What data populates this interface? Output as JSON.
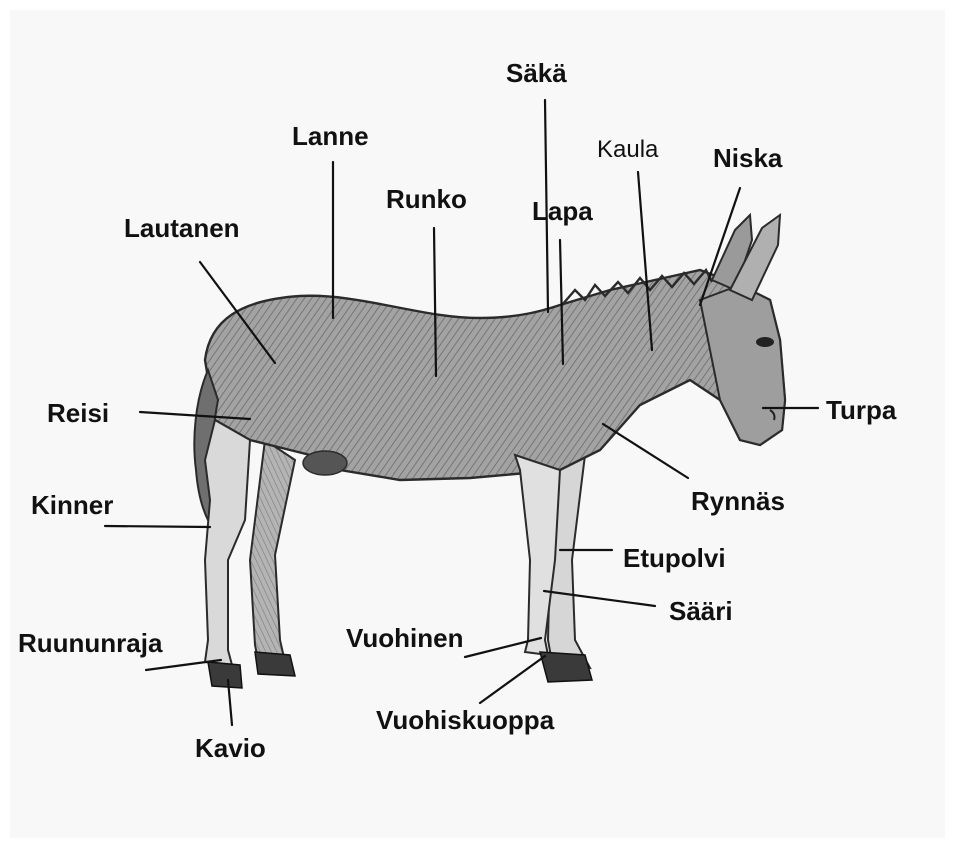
{
  "labels": {
    "saka": "Säkä",
    "lanne": "Lanne",
    "kaula": "Kaula",
    "niska": "Niska",
    "runko": "Runko",
    "lapa": "Lapa",
    "lautanen": "Lautanen",
    "reisi": "Reisi",
    "turpa": "Turpa",
    "rynnas": "Rynnäs",
    "kinner": "Kinner",
    "etupolvi": "Etupolvi",
    "saari": "Sääri",
    "ruununraja": "Ruununraja",
    "vuohinen": "Vuohinen",
    "vuohiskuoppa": "Vuohiskuoppa",
    "kavio": "Kavio"
  },
  "illustration": {
    "subject": "donkey",
    "colors": {
      "body": "#9a9a9a",
      "shade": "#6f6f6f",
      "light": "#d9d9d9",
      "line": "#2b2b2b",
      "hoof": "#3a3a3a"
    }
  }
}
